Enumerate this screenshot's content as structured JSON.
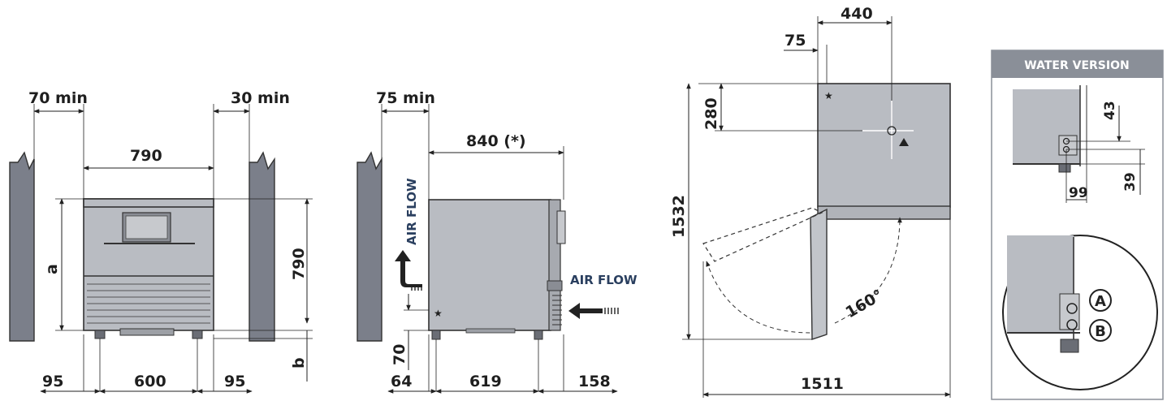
{
  "front_view": {
    "left_clearance": "70 min",
    "right_clearance": "30 min",
    "width": "790",
    "height": "790",
    "label_a": "a",
    "label_b": "b",
    "bottom_left": "95",
    "bottom_middle": "600",
    "bottom_right": "95"
  },
  "side_view": {
    "rear_clearance": "75 min",
    "depth": "840 (*)",
    "air_flow_vertical": "AIR FLOW",
    "air_flow_horizontal": "AIR FLOW",
    "foot_height": "70",
    "bottom_left": "64",
    "bottom_middle": "619",
    "bottom_right": "158"
  },
  "top_view": {
    "top_width": "440",
    "top_offset": "75",
    "center_depth": "280",
    "total_depth": "1532",
    "total_width": "1511",
    "door_angle": "160°"
  },
  "water_version": {
    "title": "WATER VERSION",
    "dim_43": "43",
    "dim_39": "39",
    "dim_99": "99",
    "label_a": "A",
    "label_b": "B"
  },
  "colors": {
    "appliance": "#b9bcc2",
    "wall": "#7b7f8a",
    "panel_header": "#8a8f98"
  }
}
